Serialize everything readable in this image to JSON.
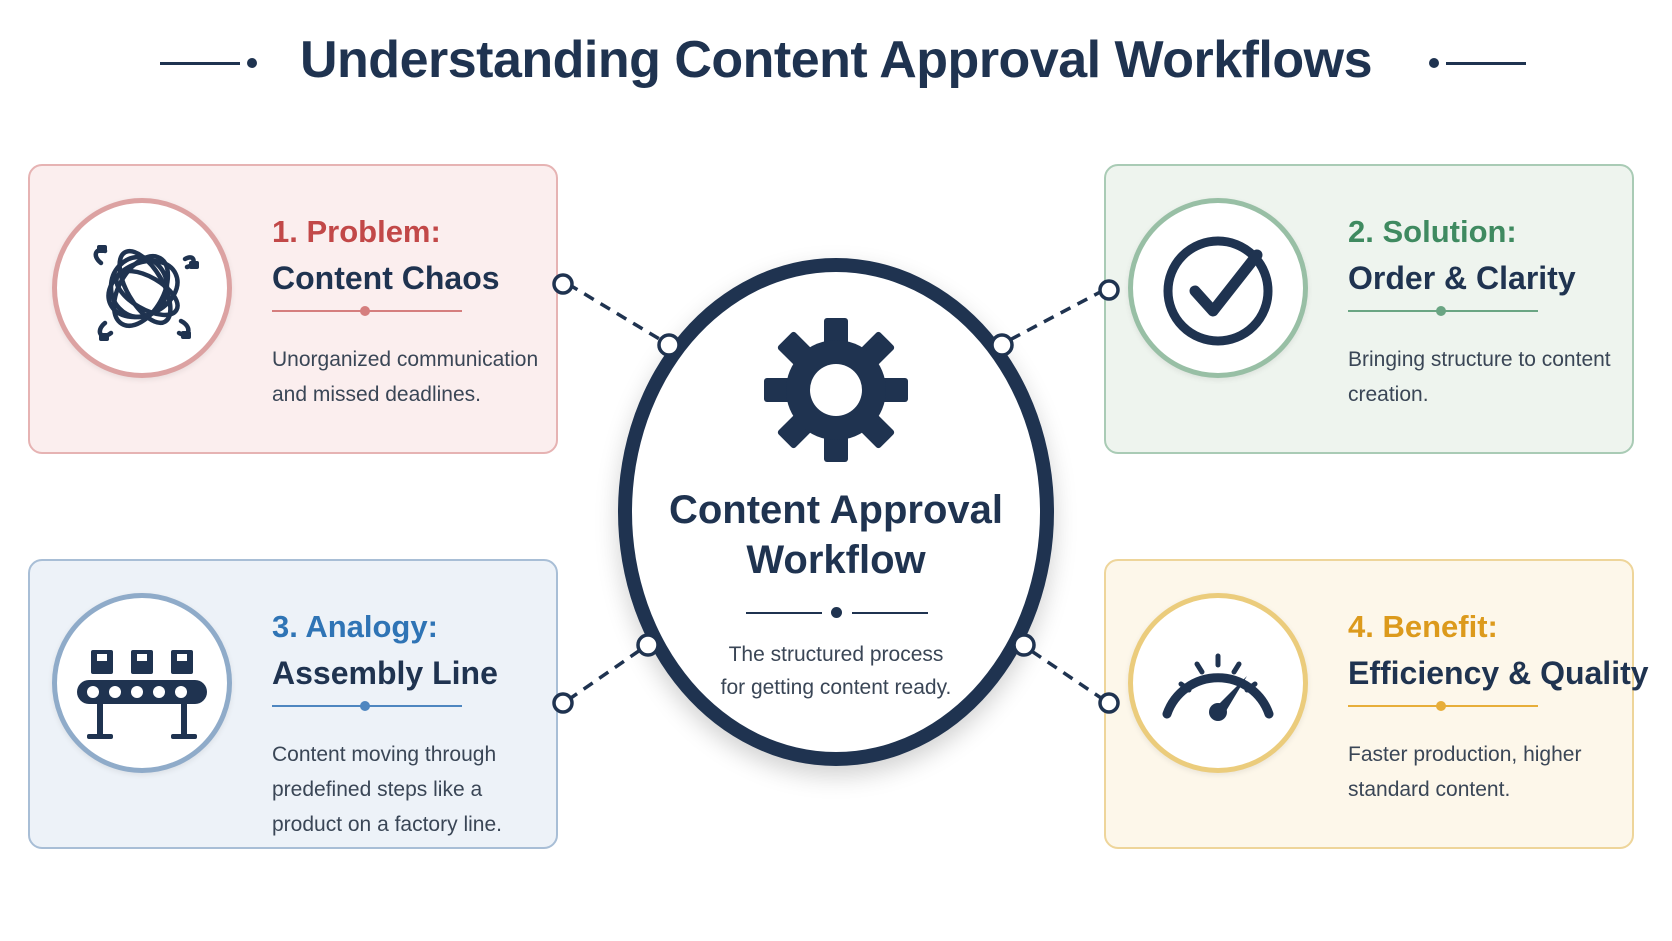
{
  "title": "Understanding Content Approval Workflows",
  "center": {
    "title_line1": "Content Approval",
    "title_line2": "Workflow",
    "desc_line1": "The structured process",
    "desc_line2": "for getting content ready."
  },
  "cards": [
    {
      "num": "1. Problem:",
      "head": "Content Chaos",
      "desc": "Unorganized communication and missed deadlines.",
      "icon": "tangled-knot-icon"
    },
    {
      "num": "2. Solution:",
      "head": "Order & Clarity",
      "desc": "Bringing structure to content creation.",
      "icon": "checkmark-circle-icon"
    },
    {
      "num": "3. Analogy:",
      "head": "Assembly Line",
      "desc": "Content moving through predefined steps like a product on a factory line.",
      "icon": "conveyor-belt-icon"
    },
    {
      "num": "4. Benefit:",
      "head": "Efficiency & Quality",
      "desc": "Faster production, higher standard content.",
      "icon": "speedometer-icon"
    }
  ],
  "colors": {
    "navy": "#1f3350",
    "problem": "#c24848",
    "solution": "#3f8a60",
    "analogy": "#2f74b5",
    "benefit": "#dc9a1c"
  }
}
